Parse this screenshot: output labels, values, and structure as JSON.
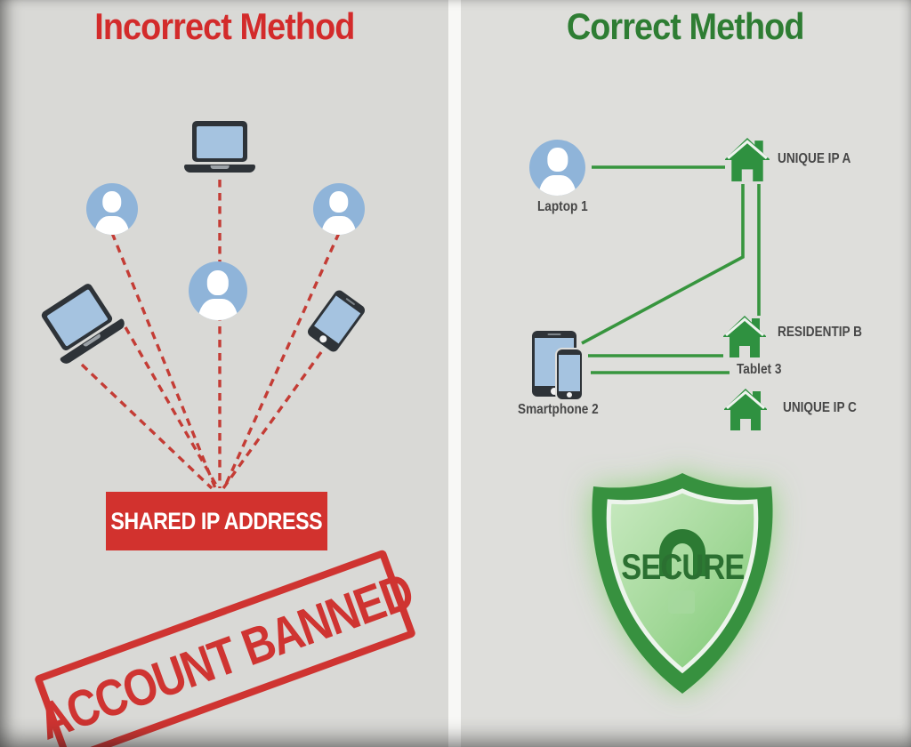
{
  "left": {
    "title": "Incorrect Method",
    "shared_ip_label": "SHARED IP ADDRESS",
    "stamp_text": "ACCOUNT BANNED",
    "connection_style": "red-dashed-lines-converging-to-shared-ip"
  },
  "right": {
    "title": "Correct Method",
    "labels": {
      "laptop1": "Laptop 1",
      "smartphone2": "Smartphone 2",
      "tablet3": "Tablet 3",
      "ip_a": "UNIQUE IP A",
      "ip_b": "RESIDENTIP B",
      "ip_c": "UNIQUE IP C"
    },
    "shield_label": "SECURE",
    "connection_style": "green-solid-lines-one-device-per-ip"
  },
  "icons": {
    "laptop-icon": "dark laptop with blue screen",
    "user-icon": "blue circle with white person silhouette",
    "smartphone-icon": "dark phone with blue screen",
    "tablet-icon": "small dark tablet overlapping smartphone",
    "house-icon": "green house with chimney",
    "shield-icon": "green shield with glow",
    "lock-icon": "padlock shackle behind SECURE text"
  },
  "colors": {
    "incorrect_red": "#d32b2b",
    "box_red": "#d2322e",
    "stamp_red": "#cf2e2b",
    "dashed_line_red": "#c43c35",
    "correct_green": "#2e7d33",
    "line_green": "#37953e",
    "house_green": "#2f9140",
    "shield_dark_green": "#37913f",
    "shield_light_green": "#9ed896",
    "user_blue": "#8fb4d9",
    "screen_blue": "#a5c3e0",
    "device_dark": "#2e3338",
    "background_gray": "#dcdbd9",
    "label_gray": "#474747"
  }
}
